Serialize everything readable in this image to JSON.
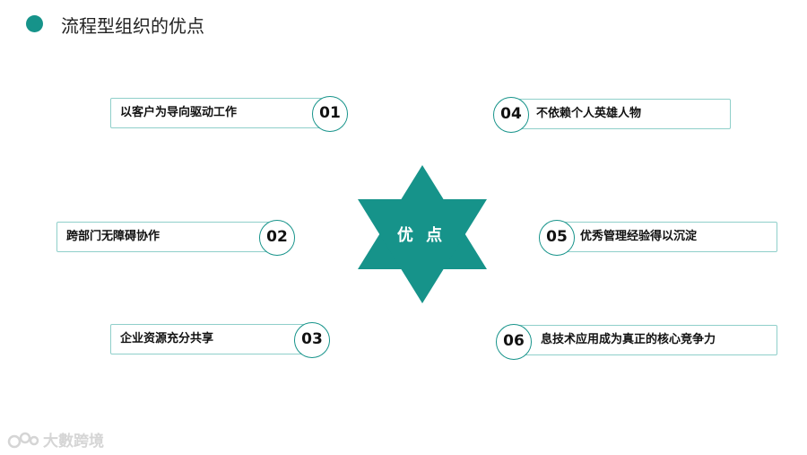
{
  "header": {
    "title": "流程型组织的优点"
  },
  "center": {
    "label": "优 点"
  },
  "items": [
    {
      "num": "01",
      "label": "以客户为导向驱动工作"
    },
    {
      "num": "02",
      "label": "跨部门无障碍协作"
    },
    {
      "num": "03",
      "label": "企业资源充分共享"
    },
    {
      "num": "04",
      "label": "不依赖个人英雄人物"
    },
    {
      "num": "05",
      "label": "优秀管理经验得以沉淀"
    },
    {
      "num": "06",
      "label": "息技术应用成为真正的核心竞争力"
    }
  ],
  "watermark": {
    "text": "大數跨境"
  },
  "colors": {
    "accent": "#16938a",
    "box_border": "#8fcfca"
  },
  "icons": [
    "teal-dot-icon",
    "six-point-star-icon",
    "watermark-logo-icon"
  ]
}
